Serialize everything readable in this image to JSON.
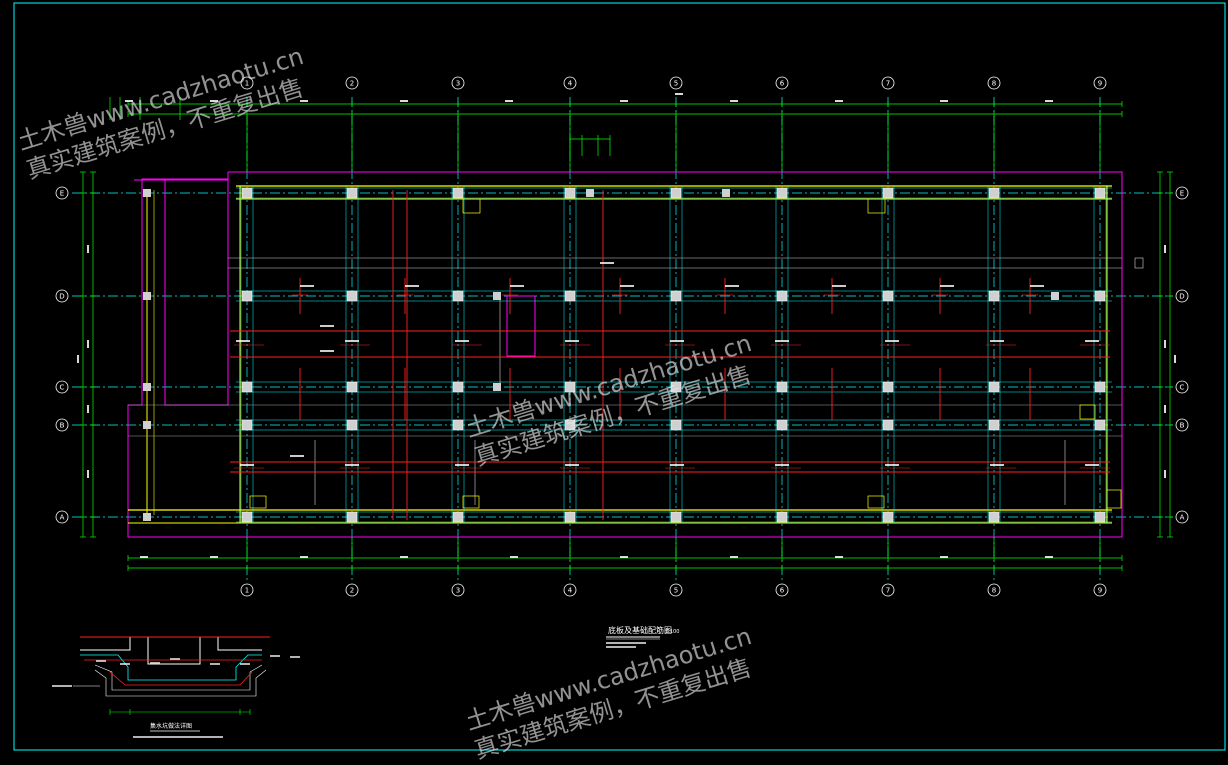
{
  "drawing": {
    "grid_axes_x": [
      "1",
      "2",
      "3",
      "4",
      "5",
      "6",
      "7",
      "8",
      "9"
    ],
    "grid_axes_y": [
      "E",
      "D",
      "C",
      "B",
      "A"
    ],
    "plan_title": "底板及基础配筋图",
    "plan_scale": "1:100",
    "detail_title": "集水坑做法详图"
  },
  "watermarks": [
    {
      "line1": "土木兽www.cadzhaotu.cn",
      "line2": "真实建筑案例，不重复出售"
    },
    {
      "line1": "土木兽www.cadzhaotu.cn",
      "line2": "真实建筑案例，不重复出售"
    },
    {
      "line1": "土木兽www.cadzhaotu.cn",
      "line2": "真实建筑案例，不重复出售"
    }
  ],
  "colors": {
    "background": "#000000",
    "frame": "#00ffff",
    "grid": "#00ffff",
    "dimension": "#00ff00",
    "boundary": "#ff00ff",
    "rebar": "#ff2020",
    "beam": "#ffff00",
    "column": "#d0d0d0",
    "text": "#ffffff"
  }
}
